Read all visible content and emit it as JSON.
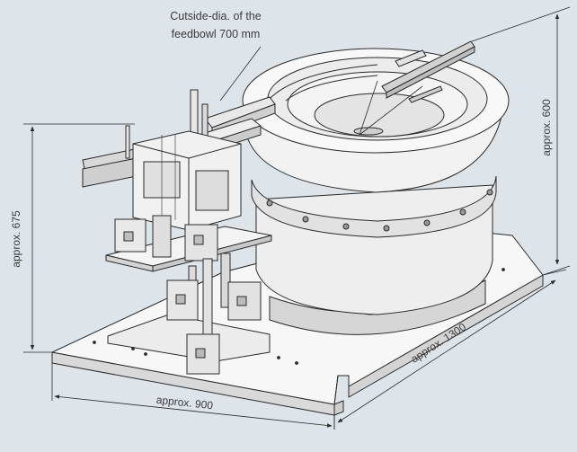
{
  "caption": {
    "line1": "Cutside-dia. of the",
    "line2": "feedbowl 700 mm"
  },
  "dimensions": {
    "height_left": "approx. 675",
    "height_right": "approx. 600",
    "depth": "approx. 1300",
    "width": "approx. 900"
  },
  "colors": {
    "background": "#dde4ea",
    "line": "#2a2a2a",
    "metal_light": "#f6f6f6",
    "metal_mid": "#e7e7e7",
    "metal_dark": "#cfcfcf"
  }
}
